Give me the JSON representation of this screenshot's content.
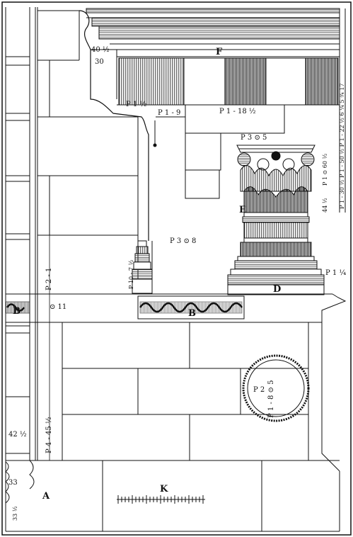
{
  "labels": {
    "F": "F",
    "E": "E",
    "D": "D",
    "B_left": "B",
    "B_center": "B",
    "A": "A",
    "K": "K"
  },
  "dimensions": {
    "d_40_half": "40 ½",
    "d_30": "30",
    "d_p1_half": "P 1 ½",
    "d_p1_9": "P 1 - 9",
    "d_p1_18_half": "P 1 - 18 ½",
    "d_p3_05": "P 3    ⊙ 5",
    "d_p3_08": "P 3 ⊙ 8",
    "d_p2_1": "P 2 - 1",
    "d_p_1_quarter": "P 1 ¼",
    "d_p_10_7_half": "P 10 - 7 ½",
    "d_p4_45_half": "P 4 - 45 ½",
    "d_42_half": "42 ½",
    "d_33": "33",
    "d_33_half": "33 ½",
    "d_p1_8_5": "P 1 - 8 ⊙ 5",
    "d_p2_circle": "P 2",
    "d_11": "⊙ 11",
    "d_right_top": "P 1 - 30 ½   P 1 - 50 ½   P 1 - 22 ½   6 ¼ 5 ¾ 17",
    "d_p1_30_half": "P 1 - 30 ½",
    "d_p1_60_half": "P 1 ⊙ 60 ½",
    "d_44_half": "44 ½"
  },
  "scale_bar": "⟝⟛⟛⟛⟛⟛ Ⅰ ⟛⟛⟛⟛⟝"
}
